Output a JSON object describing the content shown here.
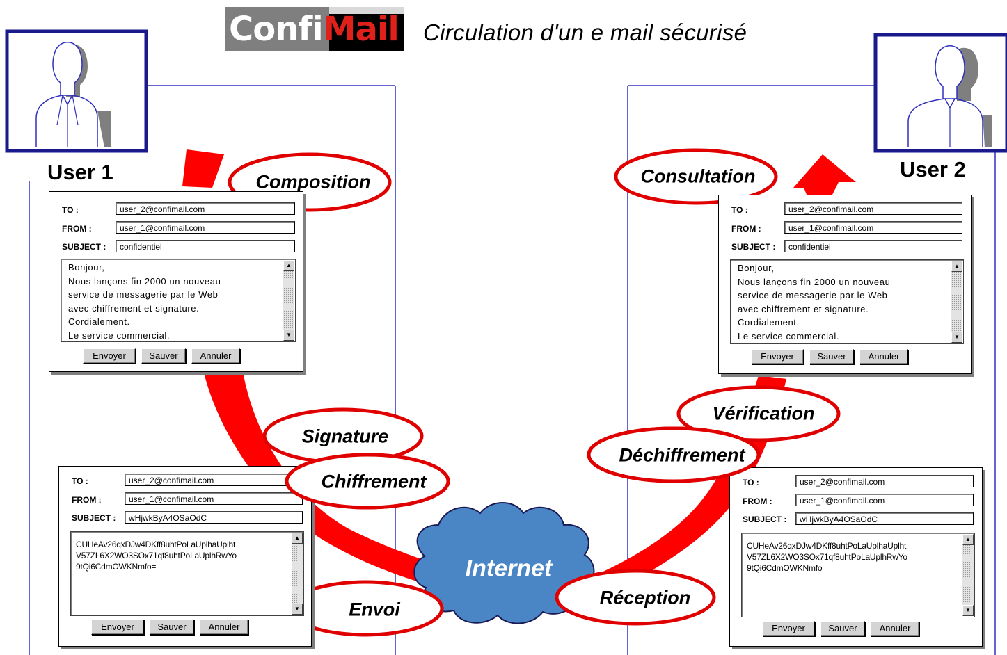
{
  "logo": {
    "part1": "Confi",
    "part2": "Mail"
  },
  "title": "Circulation d'un e mail sécurisé",
  "users": {
    "left": "User 1",
    "right": "User 2"
  },
  "steps": {
    "composition": "Composition",
    "signature": "Signature",
    "chiffrement": "Chiffrement",
    "envoi": "Envoi",
    "internet": "Internet",
    "reception": "Réception",
    "dechiffrement": "Déchiffrement",
    "verification": "Vérification",
    "consultation": "Consultation"
  },
  "form_labels": {
    "to": "TO :",
    "from": "FROM :",
    "subject": "SUBJECT :"
  },
  "buttons": {
    "send": "Envoyer",
    "save": "Sauver",
    "cancel": "Annuler"
  },
  "plain_mail": {
    "to": "user_2@confimail.com",
    "from": "user_1@confimail.com",
    "subject": "confidentiel",
    "body": "Bonjour,\nNous lançons fin 2000 un nouveau\nservice de messagerie par le Web\navec chiffrement et signature.\nCordialement.\nLe service commercial."
  },
  "cipher_mail": {
    "to": "user_2@confimail.com",
    "from": "user_1@confimail.com",
    "subject": "wHjwkByA4OSaOdC",
    "body": "CUHeAv26qxDJw4DKff8uhtPoLaUplhaUplht\nV57ZL6X2WO3SOx71qf8uhtPoLaUplhRwYo\n9tQi6CdmOWKNmfo="
  },
  "colors": {
    "arrow": "#ff0000",
    "oval_border": "#e00000",
    "frame": "#1a1a8c",
    "line": "#3030c0",
    "cloud": "#4a86c5"
  }
}
